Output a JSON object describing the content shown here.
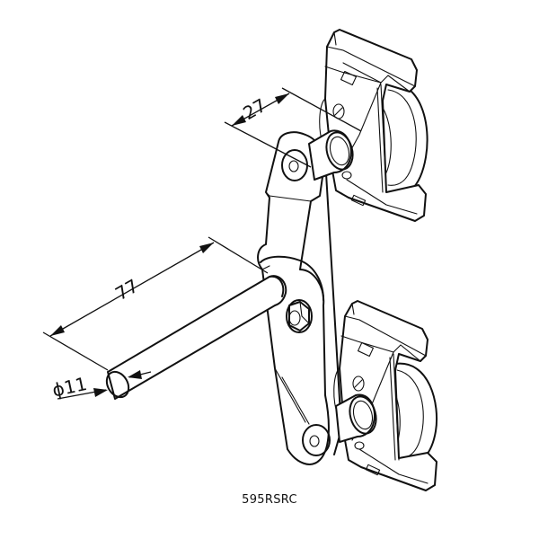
{
  "drawing": {
    "part_number": "595RSRC",
    "dimensions": {
      "roller_offset": "27",
      "pin_length": "77",
      "pin_diameter": "ϕ11"
    },
    "components": [
      "upper-roller-carriage",
      "lower-roller-carriage",
      "link-plate",
      "pivot-pin",
      "hex-nut",
      "upper-axle-bushing",
      "lower-axle-bushing"
    ],
    "line_color": "#111111",
    "background_color": "#ffffff"
  }
}
